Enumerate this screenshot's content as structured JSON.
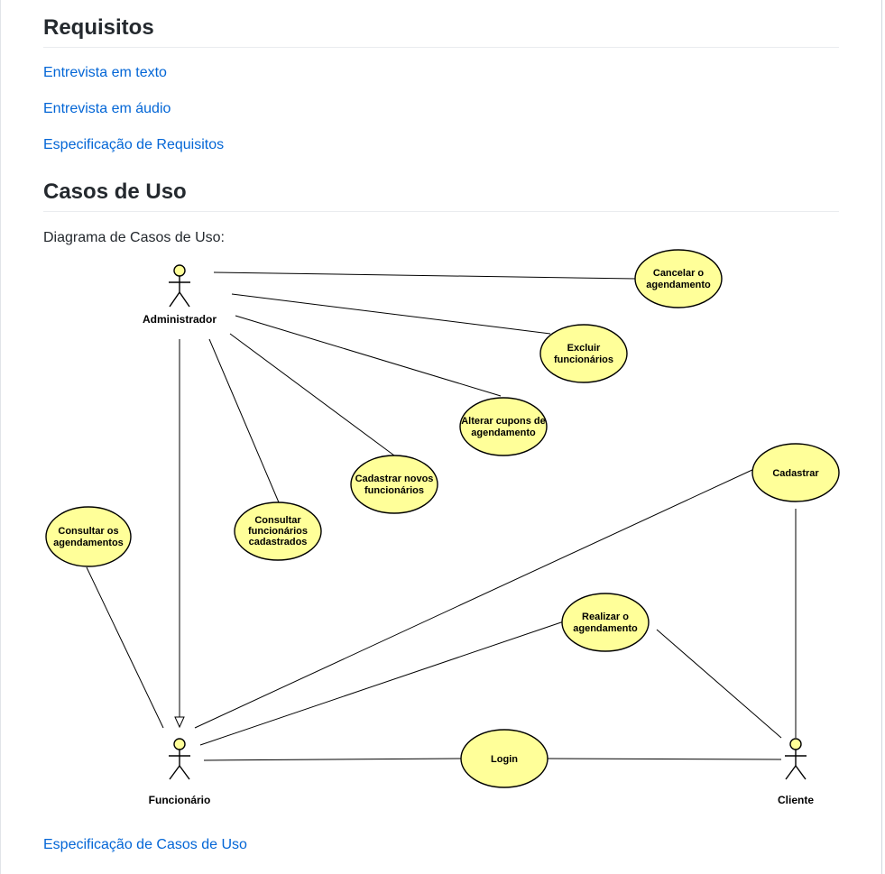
{
  "sections": {
    "requisitos": {
      "title": "Requisitos",
      "links": [
        "Entrevista em texto",
        "Entrevista em áudio",
        "Especificação de Requisitos"
      ]
    },
    "casos_de_uso": {
      "title": "Casos de Uso",
      "caption": "Diagrama de Casos de Uso:",
      "footer_link": "Especificação de Casos de Uso"
    }
  },
  "diagram": {
    "actors": {
      "administrador": "Administrador",
      "funcionario": "Funcionário",
      "cliente": "Cliente"
    },
    "use_cases": {
      "cancelar": [
        "Cancelar o",
        "agendamento"
      ],
      "excluir": [
        "Excluir",
        "funcionários"
      ],
      "alterar": [
        "Alterar cupons de",
        "agendamento"
      ],
      "cadastrar_novos": [
        "Cadastrar novos",
        "funcionários"
      ],
      "consultar_func": [
        "Consultar",
        "funcionários",
        "cadastrados"
      ],
      "consultar_agend": [
        "Consultar os",
        "agendamentos"
      ],
      "cadastrar": [
        "Cadastrar"
      ],
      "realizar": [
        "Realizar o",
        "agendamento"
      ],
      "login": [
        "Login"
      ]
    },
    "colors": {
      "use_case_fill": "#ffff99",
      "actor_head_fill": "#ffff99",
      "link": "#0366d6"
    }
  }
}
